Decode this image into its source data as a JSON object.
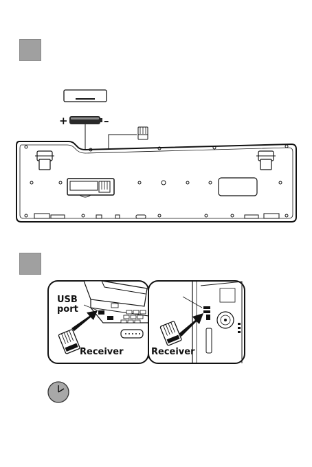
{
  "battery": {
    "plus": "+",
    "minus": "–"
  },
  "step2": {
    "usb_port_line1": "USB",
    "usb_port_line2": "port",
    "receiver_left": "Receiver",
    "receiver_right": "Receiver"
  },
  "colors": {
    "step_box": "#a0a0a0",
    "ink": "#111111"
  },
  "icons": {
    "clock": "clock-icon"
  }
}
